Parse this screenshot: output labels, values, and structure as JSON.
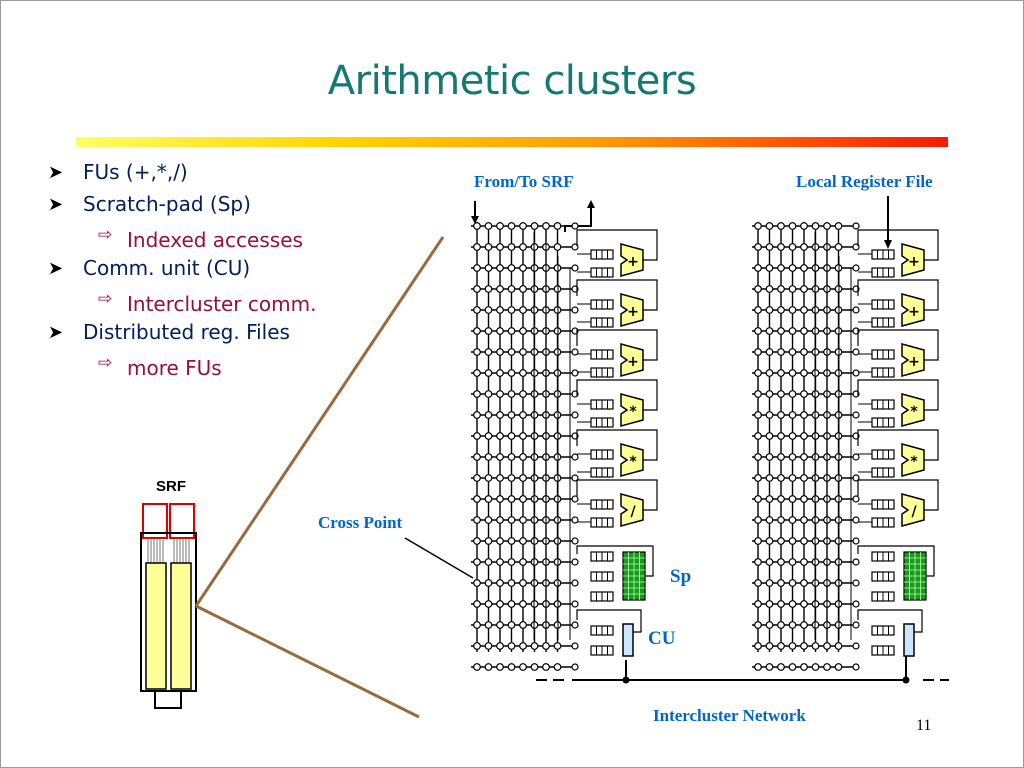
{
  "slide": {
    "title": "Arithmetic clusters",
    "page_number": "11",
    "accent_color": "#137a73",
    "bullet_color": "#002060",
    "sub_bullet_color": "#9b0e3a"
  },
  "bullets": [
    {
      "text": "FUs (+,*,/)",
      "sub": []
    },
    {
      "text": "Scratch-pad (Sp)",
      "sub": [
        "Indexed accesses"
      ]
    },
    {
      "text": "Comm. unit (CU)",
      "sub": [
        "Intercluster comm."
      ]
    },
    {
      "text": "Distributed reg. Files",
      "sub": [
        "more FUs"
      ]
    }
  ],
  "diagram": {
    "srf_label": "SRF",
    "from_to_srf": "From/To SRF",
    "local_register_file": "Local Register File",
    "cross_point": "Cross Point",
    "sp": "Sp",
    "cu": "CU",
    "intercluster_network": "Intercluster Network",
    "fu_ops": [
      "+",
      "+",
      "+",
      "*",
      "*",
      "/"
    ]
  }
}
